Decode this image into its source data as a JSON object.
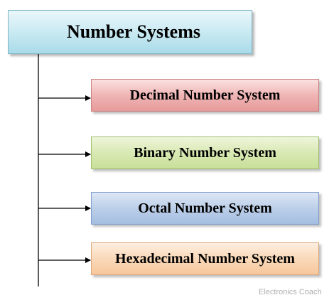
{
  "diagram": {
    "root": {
      "label": "Number Systems"
    },
    "children": [
      {
        "label": "Decimal Number System",
        "color": "#f0b5b5"
      },
      {
        "label": "Binary Number System",
        "color": "#d9e9b3"
      },
      {
        "label": "Octal Number System",
        "color": "#bccfe9"
      },
      {
        "label": "Hexadecimal Number System",
        "color": "#fad9b9"
      }
    ]
  },
  "watermark": "Electronics Coach"
}
